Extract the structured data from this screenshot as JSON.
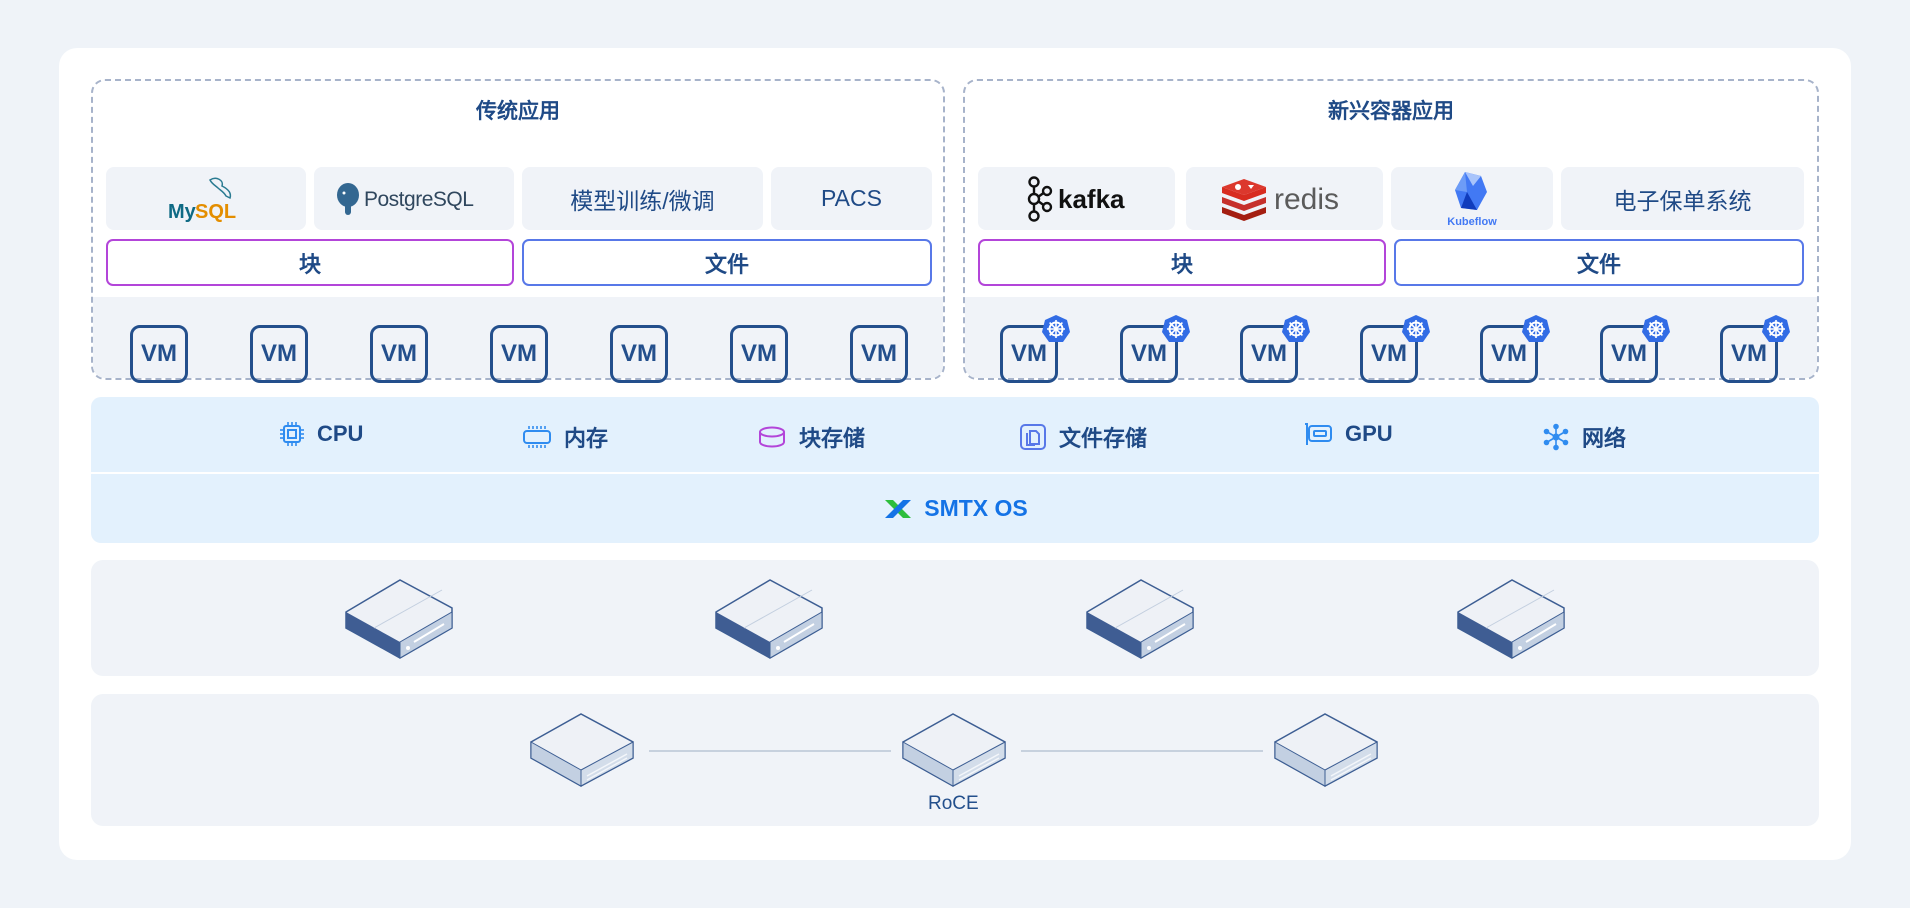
{
  "traditional": {
    "title": "传统应用",
    "apps": [
      {
        "name": "MySQL",
        "icon": "mysql-logo"
      },
      {
        "name": "PostgreSQL",
        "icon": "postgresql-logo"
      },
      {
        "name": "模型训练/微调"
      },
      {
        "name": "PACS"
      }
    ],
    "storage": {
      "block": "块",
      "file": "文件"
    },
    "vms": [
      "VM",
      "VM",
      "VM",
      "VM",
      "VM",
      "VM",
      "VM"
    ]
  },
  "emerging": {
    "title": "新兴容器应用",
    "apps": [
      {
        "name": "kafka",
        "icon": "kafka-logo"
      },
      {
        "name": "redis",
        "icon": "redis-logo"
      },
      {
        "name": "Kubeflow",
        "icon": "kubeflow-logo"
      },
      {
        "name": "电子保单系统"
      }
    ],
    "storage": {
      "block": "块",
      "file": "文件"
    },
    "vms": [
      "VM",
      "VM",
      "VM",
      "VM",
      "VM",
      "VM",
      "VM"
    ],
    "vm_badge": "kubernetes-icon"
  },
  "resources": [
    {
      "label": "CPU",
      "icon": "cpu-icon"
    },
    {
      "label": "内存",
      "icon": "memory-icon"
    },
    {
      "label": "块存储",
      "icon": "block-storage-icon"
    },
    {
      "label": "文件存储",
      "icon": "file-storage-icon"
    },
    {
      "label": "GPU",
      "icon": "gpu-icon"
    },
    {
      "label": "网络",
      "icon": "network-icon"
    }
  ],
  "os": {
    "label": "SMTX OS",
    "icon": "smtx-logo"
  },
  "servers": {
    "count": 4
  },
  "network": {
    "switch_count": 3,
    "label": "RoCE"
  },
  "colors": {
    "primary_text": "#1f4a86",
    "accent": "#1473e6",
    "block_border": "#b345d9",
    "file_border": "#5878e8"
  }
}
